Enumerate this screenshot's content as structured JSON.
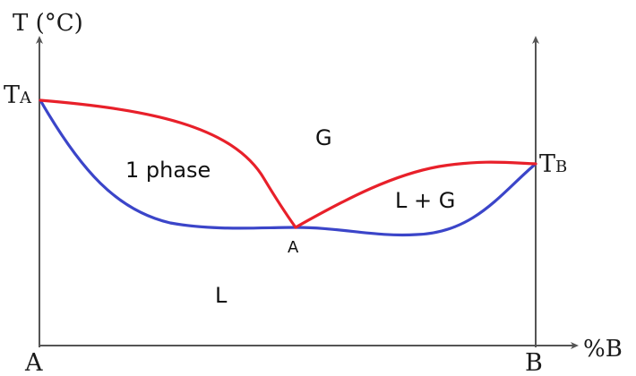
{
  "axes": {
    "y_axis_label": "T (°C)",
    "x_axis_label": "%B",
    "origin_label": "A",
    "right_label": "B"
  },
  "temperatures": {
    "ta_main": "T",
    "ta_sub": "A",
    "tb_main": "T",
    "tb_sub": "B"
  },
  "regions": {
    "gas": "G",
    "one_phase": "1 phase",
    "liquid_gas": "L + G",
    "liquid": "L"
  },
  "azeotrope_label": "A",
  "colors": {
    "dew_curve": "#e8202a",
    "bubble_curve": "#3b45c9",
    "axis": "#555555",
    "text": "#111111"
  }
}
